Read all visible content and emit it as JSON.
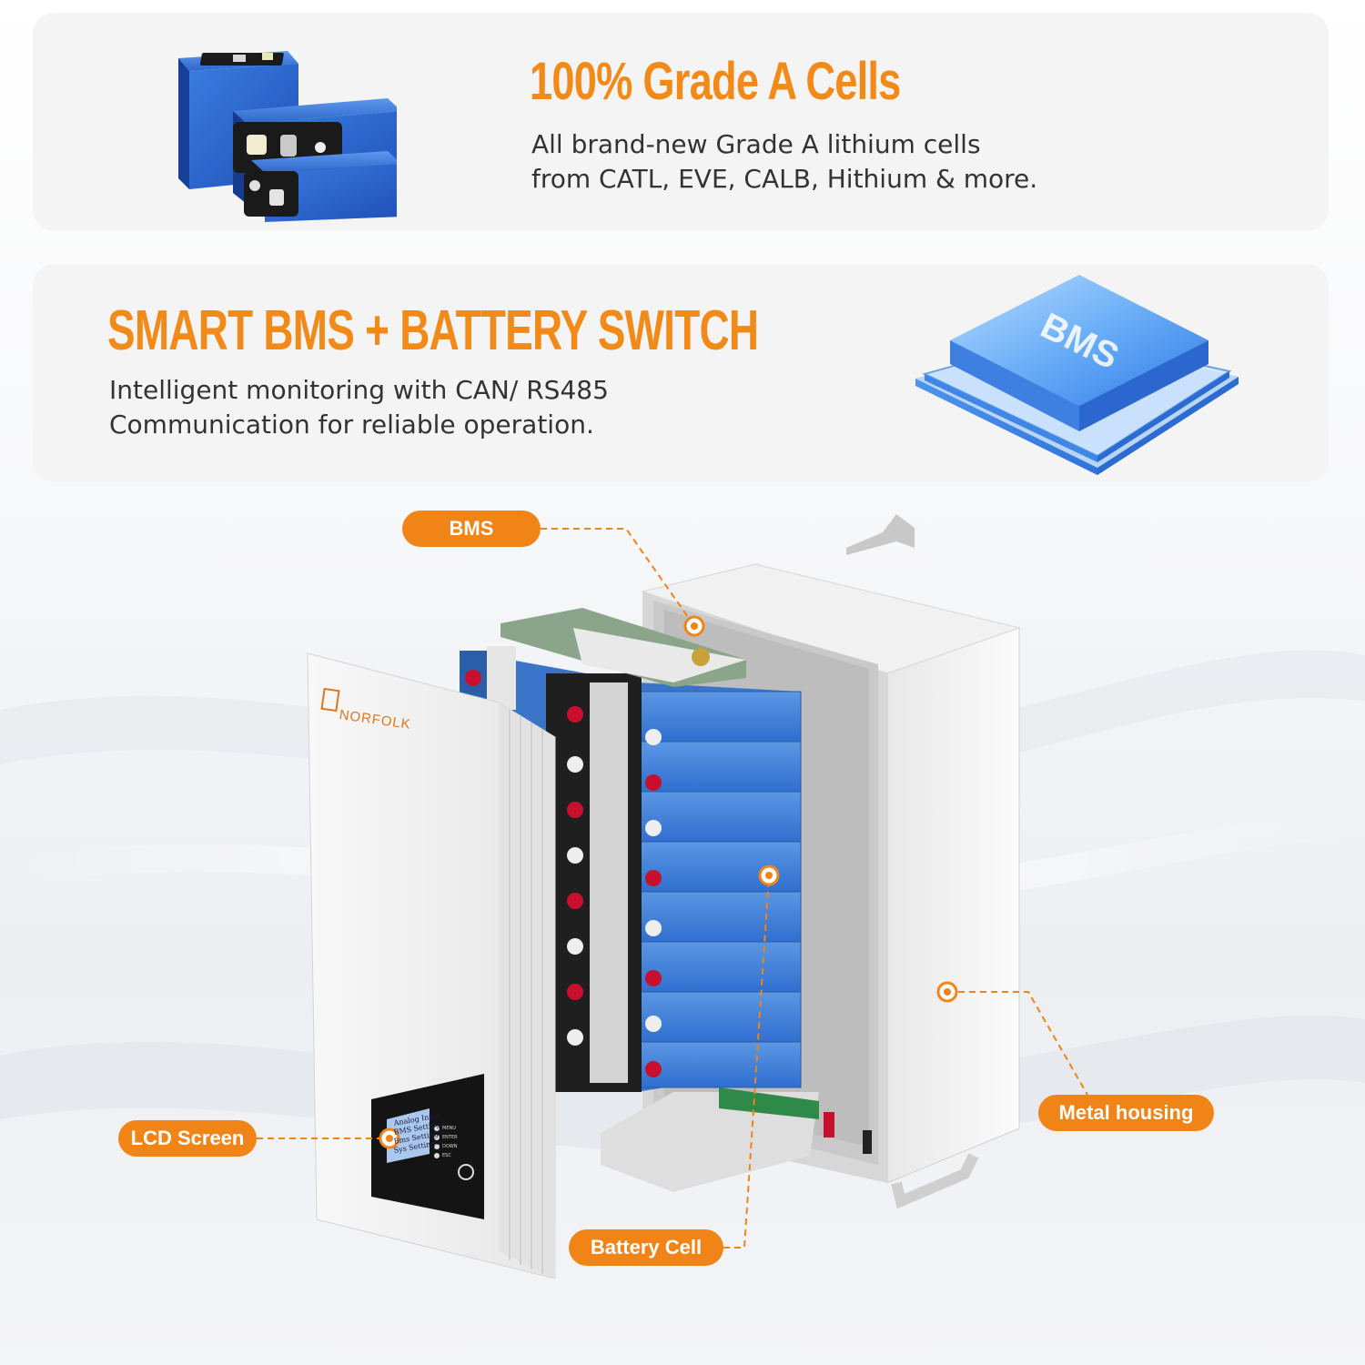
{
  "cells_card": {
    "title": "100% Grade A Cells",
    "desc_line1": "All brand-new Grade A lithium cells",
    "desc_line2": "from CATL, EVE, CALB, Hithium & more."
  },
  "bms_card": {
    "title": "SMART BMS + BATTERY SWITCH",
    "desc_line1": "Intelligent monitoring with CAN/ RS485",
    "desc_line2": "Communication for reliable operation.",
    "chip_label": "BMS"
  },
  "product": {
    "brand": "NORFOLK",
    "lcd_menu": [
      "Analog Info>",
      "BMS Setting>",
      "Bms Setting>",
      "Sys Setting>"
    ],
    "buttons": [
      "MENU",
      "ENTER",
      "DOWN",
      "ESC"
    ]
  },
  "callouts": {
    "bms": "BMS",
    "lcd": "LCD Screen",
    "battery_cell": "Battery Cell",
    "metal_housing": "Metal housing"
  },
  "colors": {
    "accent": "#f08416",
    "headline": "#f28a19",
    "cell_blue": "#2f6fd0",
    "card_bg": "#f4f4f4"
  }
}
